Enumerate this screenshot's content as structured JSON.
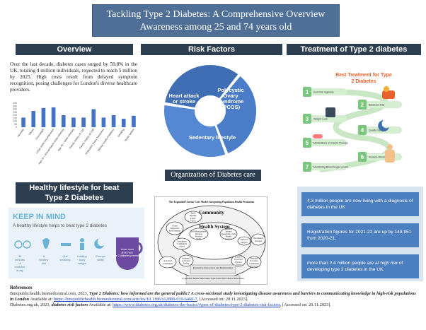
{
  "title": {
    "line1": "Tackling Type 2 Diabetes: A Comprehensive Overview",
    "line2": "Awareness among 25 and 74 years old"
  },
  "sections": {
    "overview": "Overview",
    "risk_factors": "Risk Factors",
    "treatment": "Treatment of Type 2 diabetes",
    "organization": "Organization of Diabetes care",
    "lifestyle": "Healthy lifestyle for beat Type 2 Diabetes"
  },
  "overview_text": "Over the last decade, diabetes cases surged by 59.8% in the UK, totaling 4 million individuals, expected to reach 5 million by 2025. High costs result from delayed symptom recognition, posing challenges for London's diverse healthcare providers.",
  "chart_data": {
    "type": "bar",
    "categories": [
      "Heredity",
      "Obese",
      "Overweight",
      "Large waist circumference",
      "Age 25 + African/South Asian ethnicity",
      "Age 40 + white ethnicity",
      "Family history of T2D",
      "Family history of T2D",
      "Polycystic Ovary Syndrome",
      "Mental health Problems",
      "Smoking",
      "Stroke before"
    ],
    "values": [
      160,
      270,
      320,
      330,
      200,
      160,
      160,
      300,
      160,
      200,
      140,
      190
    ],
    "ylim": [
      0,
      400
    ],
    "yticks": [
      0,
      50,
      100,
      150,
      200,
      250,
      300,
      350,
      400
    ],
    "color": "#4472c4"
  },
  "risk_wheel": {
    "segments": [
      "Heart attack or stroke",
      "Polycystic Ovary Syndrome (PCOS)",
      "Sedentary lifestyle"
    ],
    "colors": [
      "#3f6eb5",
      "#4a7cc7",
      "#5588d2"
    ]
  },
  "treatment": {
    "title": "Best Treatment for Type 2 Diabetes",
    "items": [
      {
        "num": "1",
        "label": "Exercise regularly"
      },
      {
        "num": "2",
        "label": "Balanced Diet"
      },
      {
        "num": "3",
        "label": "Weight Loss"
      },
      {
        "num": "4",
        "label": "Quality Sleep"
      },
      {
        "num": "5",
        "label": "Medications or Insulin Therapy"
      },
      {
        "num": "6",
        "label": "Reduce stress"
      },
      {
        "num": "7",
        "label": "Monitoring Blood Sugar Levels"
      }
    ],
    "accent": "#7bc67e",
    "title_color": "#e8632b"
  },
  "org_model": {
    "heading": "The Expanded Chronic Care Model: Integrating Population Health Promotion",
    "community": "Community",
    "health_system": "Health System",
    "nodes": [
      "Build Healthy Public Policy",
      "Create Supportive Environments",
      "Self-Management/ Develop Personal Skills",
      "Delivery System Design/Re-orient Health Services",
      "Decision Support",
      "Information Systems",
      "Strengthen Community Action",
      "Activated Community",
      "Informed Activated Patient",
      "Prepared Proactive Practice Team",
      "Prepared Proactive Community Partners"
    ],
    "middle": "Productive Interactions and Relationships",
    "outcome": "Population Health Outcomes/ Functional and Clinical Outcomes"
  },
  "keep_in_mind": {
    "heading": "KEEP IN MIND",
    "subheading": "A healthy lifestyle helps to beat type 2 diabetes",
    "tips": [
      "30 minutes of exercise a day",
      "A healthy diet",
      "Quit smoking",
      "Healthy body weight",
      "Enough sleep"
    ],
    "cup_text": "Learn more about your type 2 diabetes prevention"
  },
  "stats": [
    "4.3 million people are now living with a diagnosis of diabetes in the UK",
    "Registration figures for 2021-22 are up by 148,951 from 2020-21,",
    "more than 2.4 million people are at high risk of developing type 2 diabetes in the UK."
  ],
  "references": {
    "heading": "References",
    "ref1_pre": "Bmcpublichealth.biomedcentral.com, 2023,",
    "ref1_title": "Type 2 Diabetes: how informed are the general public? A cross-sectional study investigating disease awareness and barriers to communicating knowledge in high-risk populations in London",
    "ref1_avail": "Available at:",
    "ref1_url": "https://bmcpublichealth.biomedcentral.com/articles/10.1186/s12889-019-6460-7",
    "ref1_access": ", [Accessed on: 20.11.2023].",
    "ref2_pre": "Diabetes.org.uk, 2023,",
    "ref2_title": "diabetes risk factors",
    "ref2_avail": "Available at:",
    "ref2_url": "https://www.diabetes.org.uk/diabetes-the-basics/types-of-diabetes/type-2-diabetes-risk-factors",
    "ref2_access": ", [Accessed on: 20.11.2023]."
  }
}
